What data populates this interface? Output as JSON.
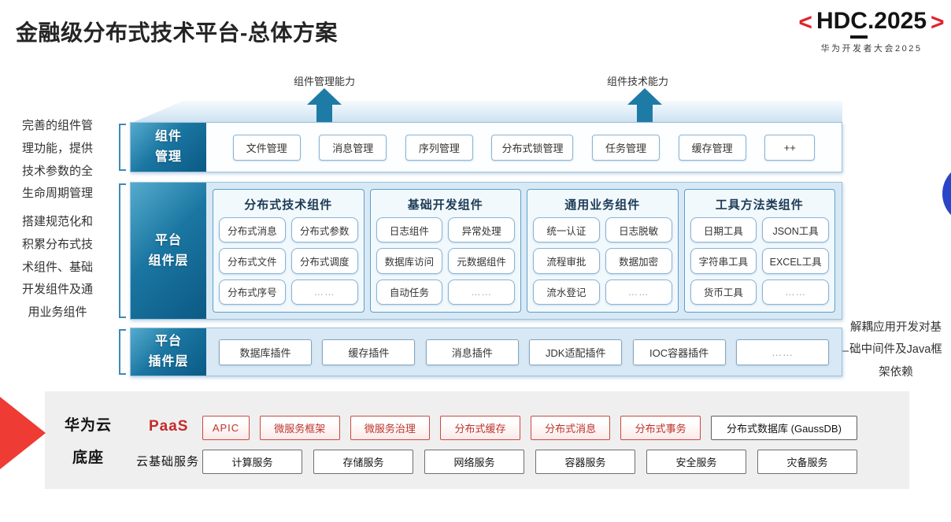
{
  "title": "金融级分布式技术平台-总体方案",
  "logo": {
    "bracket_left": "<",
    "hdc_pre": "HD",
    "hdc_underlined": "C",
    "hdc_post": ".2025",
    "bracket_right": ">",
    "subtitle": "华为开发者大会2025"
  },
  "capability_arrows": {
    "left": "组件管理能力",
    "right": "组件技术能力"
  },
  "side_notes": {
    "component_management": "完善的组件管理功能，提供技术参数的全生命周期管理",
    "platform_components": "搭建规范化和积累分布式技术组件、基础开发组件及通用业务组件",
    "platform_plugins": "解耦应用开发对基础中间件及Java框架依赖"
  },
  "layers": {
    "component_management": {
      "label_line1": "组件",
      "label_line2": "管理",
      "items": [
        "文件管理",
        "消息管理",
        "序列管理",
        "分布式锁管理",
        "任务管理",
        "缓存管理",
        "++"
      ]
    },
    "platform_components": {
      "label_line1": "平台",
      "label_line2": "组件层",
      "groups": [
        {
          "title": "分布式技术组件",
          "items": [
            "分布式消息",
            "分布式参数",
            "分布式文件",
            "分布式调度",
            "分布式序号",
            "……"
          ]
        },
        {
          "title": "基础开发组件",
          "items": [
            "日志组件",
            "异常处理",
            "数据库访问",
            "元数据组件",
            "自动任务",
            "……"
          ]
        },
        {
          "title": "通用业务组件",
          "items": [
            "统一认证",
            "日志脱敏",
            "流程审批",
            "数据加密",
            "流水登记",
            "……"
          ]
        },
        {
          "title": "工具方法类组件",
          "items": [
            "日期工具",
            "JSON工具",
            "字符串工具",
            "EXCEL工具",
            "货币工具",
            "……"
          ]
        }
      ]
    },
    "platform_plugins": {
      "label_line1": "平台",
      "label_line2": "插件层",
      "items": [
        "数据库插件",
        "缓存插件",
        "消息插件",
        "JDK适配插件",
        "IOC容器插件",
        "……"
      ]
    }
  },
  "huawei_cloud": {
    "label_line1": "华为云",
    "label_line2": "底座",
    "paas_label": "PaaS",
    "paas_items": [
      "APIC",
      "微服务框架",
      "微服务治理",
      "分布式缓存",
      "分布式消息",
      "分布式事务"
    ],
    "paas_db_item": "分布式数据库 (GaussDB)",
    "iaas_label": "云基础服务",
    "iaas_items": [
      "计算服务",
      "存储服务",
      "网络服务",
      "容器服务",
      "安全服务",
      "灾备服务"
    ]
  },
  "colors": {
    "teal_dark": "#0b5a85",
    "teal_light": "#55abcd",
    "arrow_teal": "#1e7ba6",
    "accent_red": "#e2232a",
    "paas_red": "#c52b28",
    "triangle_red": "#ee3b33",
    "blue_circle": "#2a46c8",
    "panel_gray": "#efeff0",
    "band_fill": "#d8e9f5"
  }
}
